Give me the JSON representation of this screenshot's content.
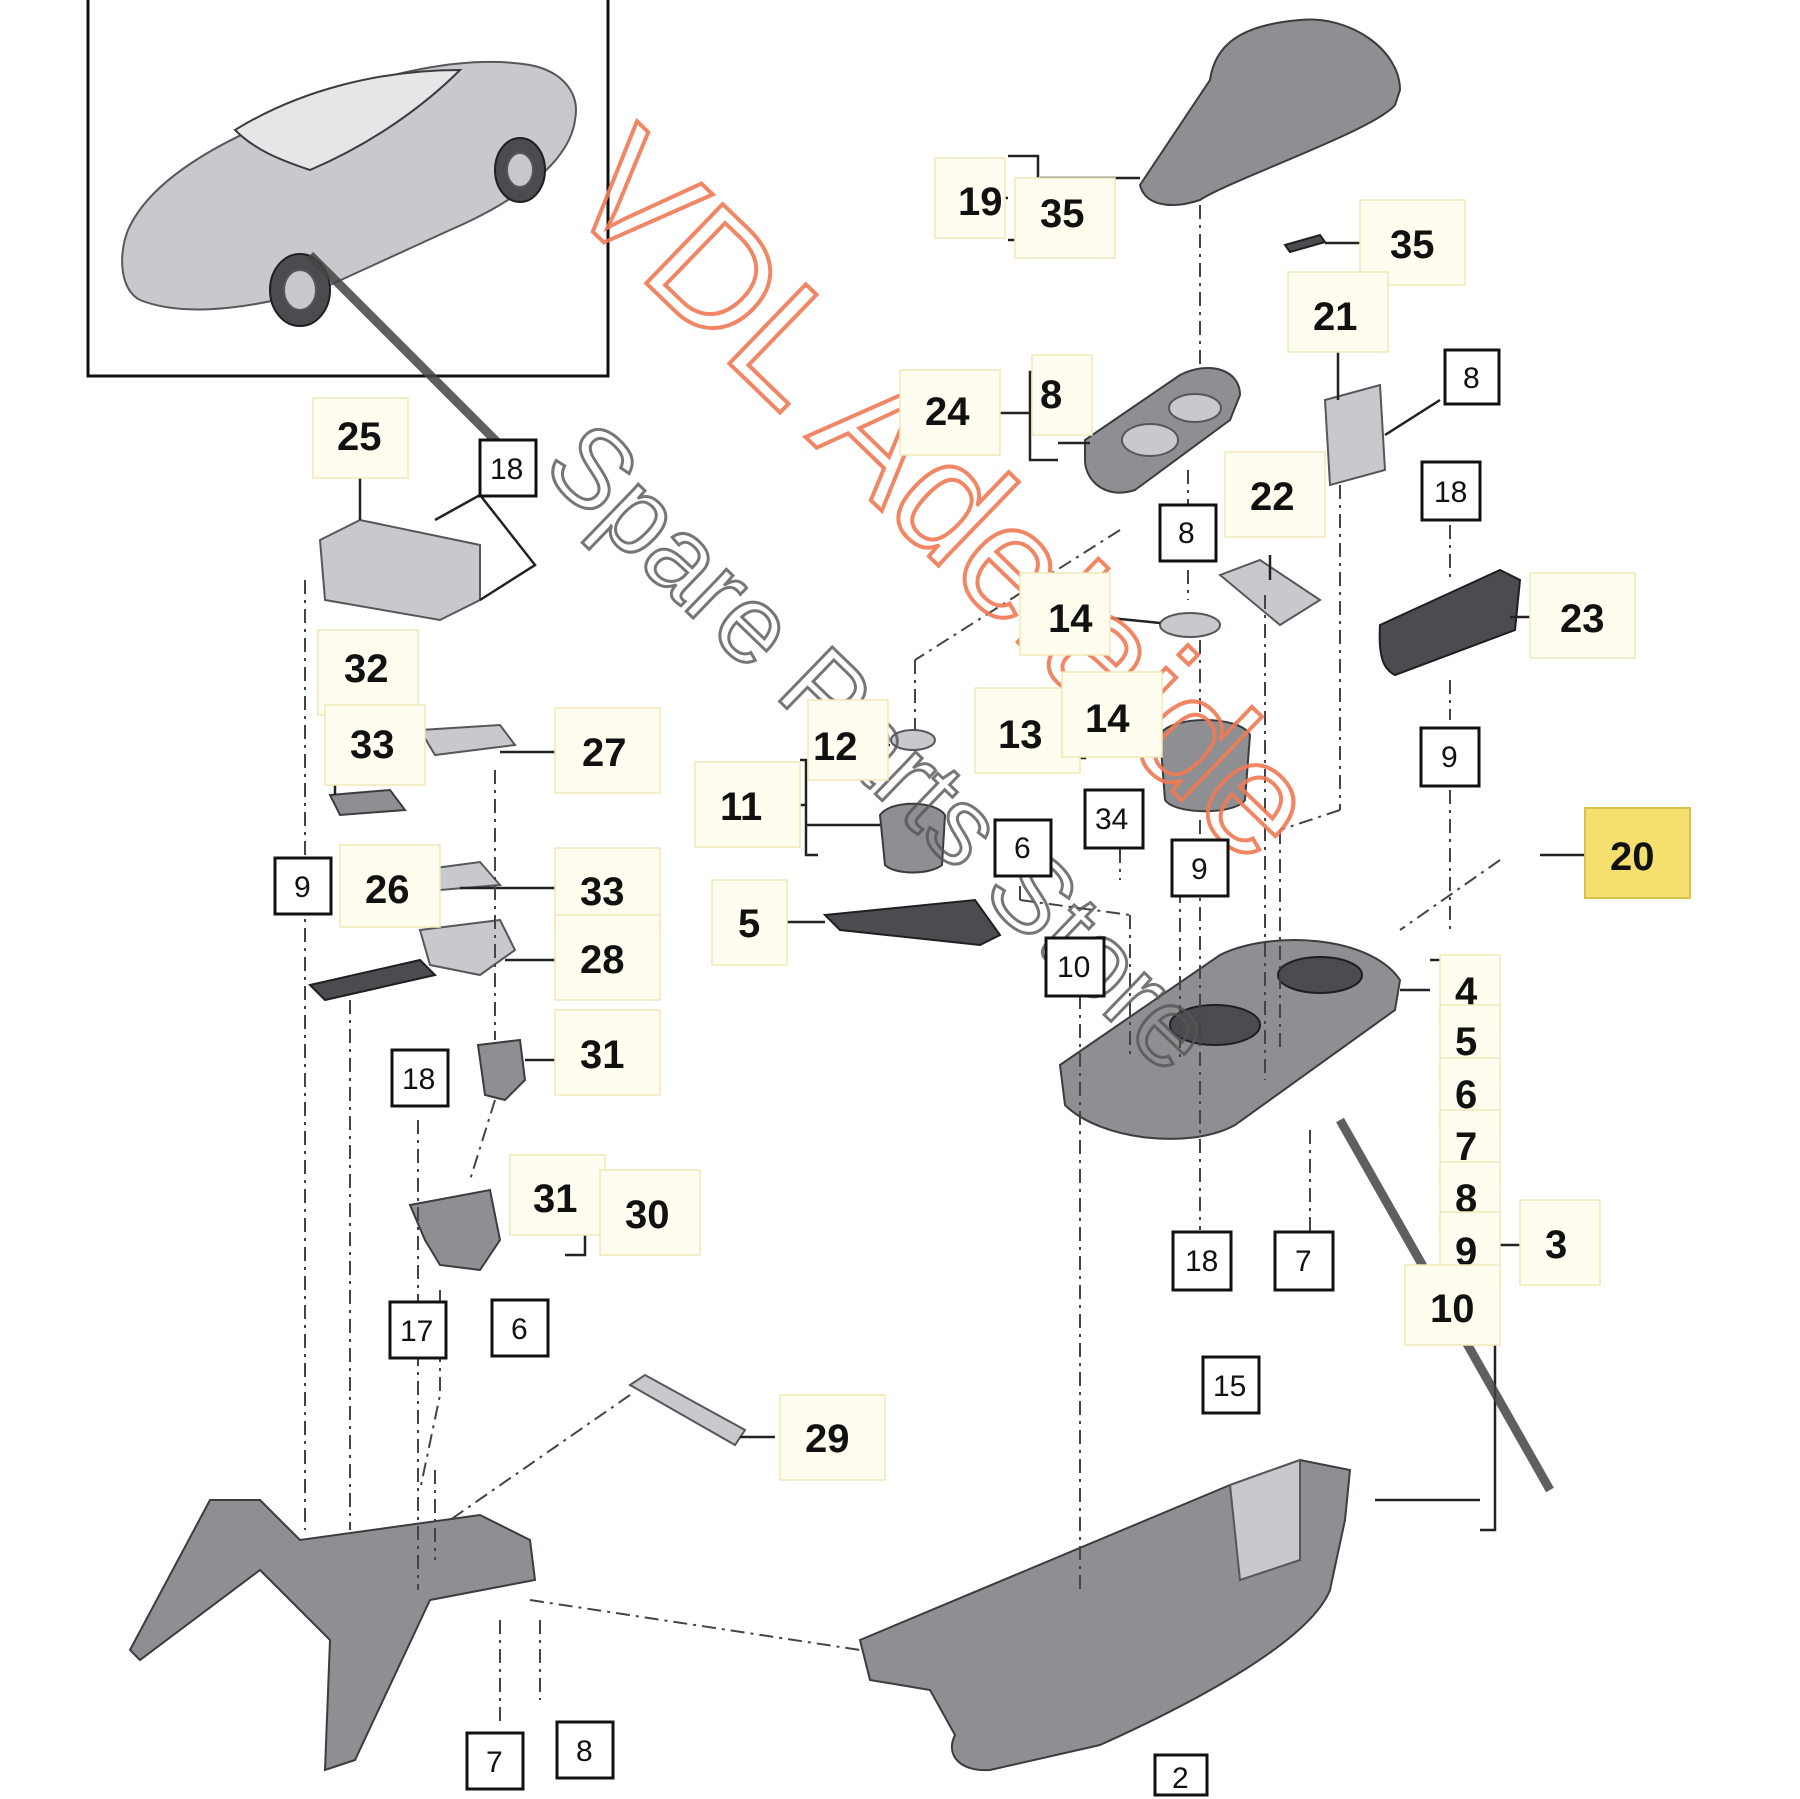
{
  "diagram": {
    "callouts": [
      {
        "id": "c19",
        "label": "19"
      },
      {
        "id": "c35a",
        "label": "35"
      },
      {
        "id": "c35b",
        "label": "35"
      },
      {
        "id": "c21",
        "label": "21"
      },
      {
        "id": "c24",
        "label": "24"
      },
      {
        "id": "c8a",
        "label": "8"
      },
      {
        "id": "c25",
        "label": "25"
      },
      {
        "id": "c22",
        "label": "22"
      },
      {
        "id": "c14a",
        "label": "14"
      },
      {
        "id": "c23",
        "label": "23"
      },
      {
        "id": "c32",
        "label": "32"
      },
      {
        "id": "c33a",
        "label": "33"
      },
      {
        "id": "c27",
        "label": "27"
      },
      {
        "id": "c12",
        "label": "12"
      },
      {
        "id": "c13",
        "label": "13"
      },
      {
        "id": "c14b",
        "label": "14"
      },
      {
        "id": "c11",
        "label": "11"
      },
      {
        "id": "c26",
        "label": "26"
      },
      {
        "id": "c33b",
        "label": "33"
      },
      {
        "id": "c5a",
        "label": "5"
      },
      {
        "id": "c28",
        "label": "28"
      },
      {
        "id": "c4",
        "label": "4"
      },
      {
        "id": "c5b",
        "label": "5"
      },
      {
        "id": "c31a",
        "label": "31"
      },
      {
        "id": "c6b",
        "label": "6"
      },
      {
        "id": "c7b",
        "label": "7"
      },
      {
        "id": "c8c",
        "label": "8"
      },
      {
        "id": "c9c",
        "label": "9"
      },
      {
        "id": "c10b",
        "label": "10"
      },
      {
        "id": "c3",
        "label": "3"
      },
      {
        "id": "c31b",
        "label": "31"
      },
      {
        "id": "c30",
        "label": "30"
      },
      {
        "id": "c29",
        "label": "29"
      },
      {
        "id": "c20",
        "label": "20"
      }
    ],
    "boxes": [
      {
        "id": "b18a",
        "label": "18"
      },
      {
        "id": "b8a",
        "label": "8"
      },
      {
        "id": "b18b",
        "label": "18"
      },
      {
        "id": "b8b",
        "label": "8"
      },
      {
        "id": "b9a",
        "label": "9"
      },
      {
        "id": "b9b",
        "label": "9"
      },
      {
        "id": "b6a",
        "label": "6"
      },
      {
        "id": "b34",
        "label": "34"
      },
      {
        "id": "b9c",
        "label": "9"
      },
      {
        "id": "b10",
        "label": "10"
      },
      {
        "id": "b18c",
        "label": "18"
      },
      {
        "id": "b18d",
        "label": "18"
      },
      {
        "id": "b7a",
        "label": "7"
      },
      {
        "id": "b17",
        "label": "17"
      },
      {
        "id": "b6b",
        "label": "6"
      },
      {
        "id": "b15",
        "label": "15"
      },
      {
        "id": "b7b",
        "label": "7"
      },
      {
        "id": "b8d",
        "label": "8"
      },
      {
        "id": "b2",
        "label": "2"
      }
    ],
    "watermark": {
      "line1": "VDL Adelaide",
      "line2": "Spare Parts Store"
    },
    "highlight_color": "#f5df6e",
    "watermark_color": "#f07a55"
  }
}
